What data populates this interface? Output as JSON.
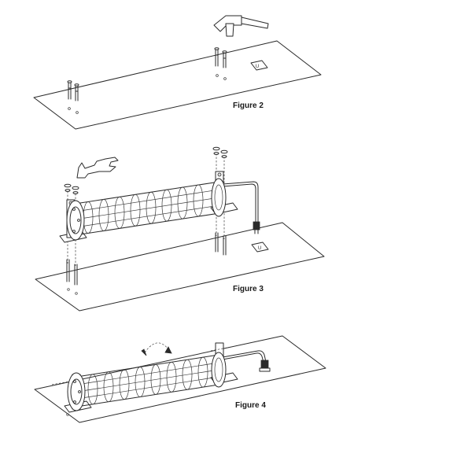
{
  "figures": [
    {
      "caption": "Figure 2",
      "symbol": "U"
    },
    {
      "caption": "Figure 3",
      "symbol": "U"
    },
    {
      "caption": "Figure 4"
    }
  ],
  "icons": [
    "hammer-icon",
    "wrench-icon",
    "rotate-arrow-icon"
  ]
}
